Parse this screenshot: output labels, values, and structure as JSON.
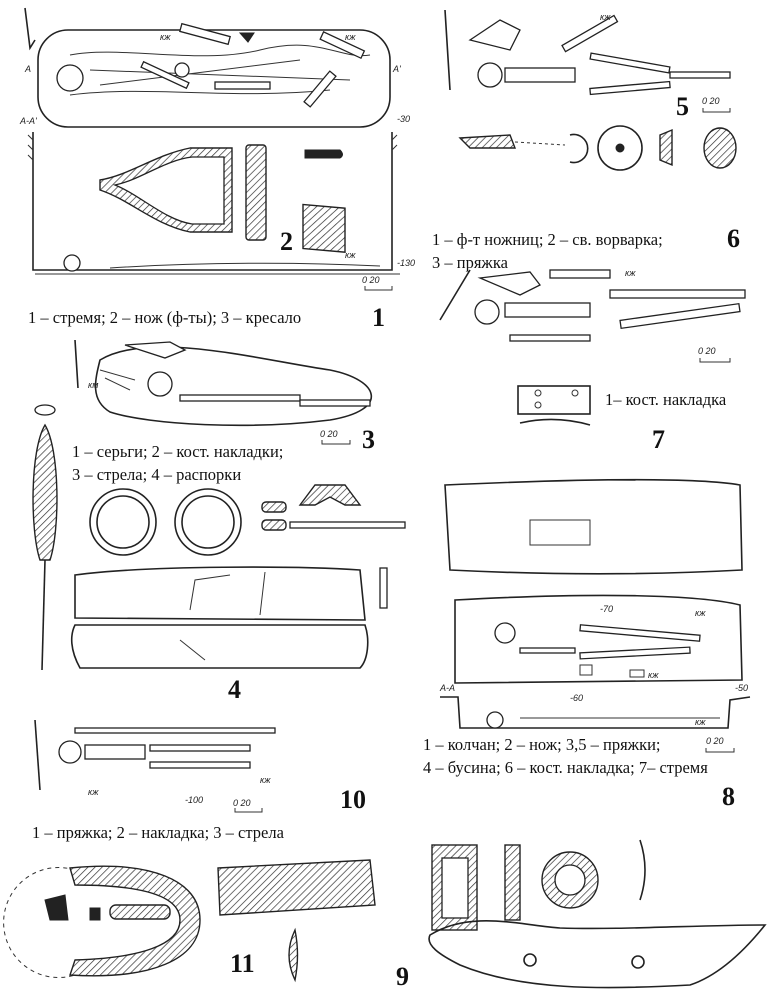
{
  "plates": {
    "p1": {
      "number": "1",
      "caption": "1 – стремя; 2 – нож (ф-ты); 3 – кресало",
      "section_label": "А-А'",
      "depth_top": "-30",
      "depth_bottom": "-130",
      "mark_a": "А",
      "mark_a2": "А'",
      "kzh": "кж",
      "scale": "0    20"
    },
    "p2": {
      "number": "2"
    },
    "p3": {
      "number": "3",
      "caption_line1": "1 – серьги; 2 – кост. накладки;",
      "caption_line2": "3 – стрела; 4 – распорки",
      "km": "км",
      "scale": "0   20"
    },
    "p4": {
      "number": "4"
    },
    "p5": {
      "number": "5",
      "kzh": "кж",
      "scale": "0   20"
    },
    "p6": {
      "number": "6",
      "caption_line1": "1 – ф-т ножниц; 2 – св. ворварка;",
      "caption_line2": "3 – пряжка"
    },
    "p7": {
      "number": "7",
      "caption": "1– кост. накладка",
      "kzh": "кж",
      "scale": "0   20"
    },
    "p8": {
      "number": "8",
      "caption_line1": "1 – колчан; 2 – нож; 3,5 – пряжки;",
      "caption_line2": "4 – бусина; 6 – кост. накладка; 7– стремя",
      "depth_plan": "-70",
      "depth_mid": "-60",
      "depth_top": "-50",
      "section_label": "А-А",
      "kzh": "кж",
      "scale": "0   20"
    },
    "p9": {
      "number": "9"
    },
    "p10": {
      "number": "10",
      "caption": "1 – пряжка; 2 – накладка; 3 – стрела",
      "depth": "-100",
      "kzh": "кж",
      "scale": "0   20"
    },
    "p11": {
      "number": "11"
    }
  }
}
